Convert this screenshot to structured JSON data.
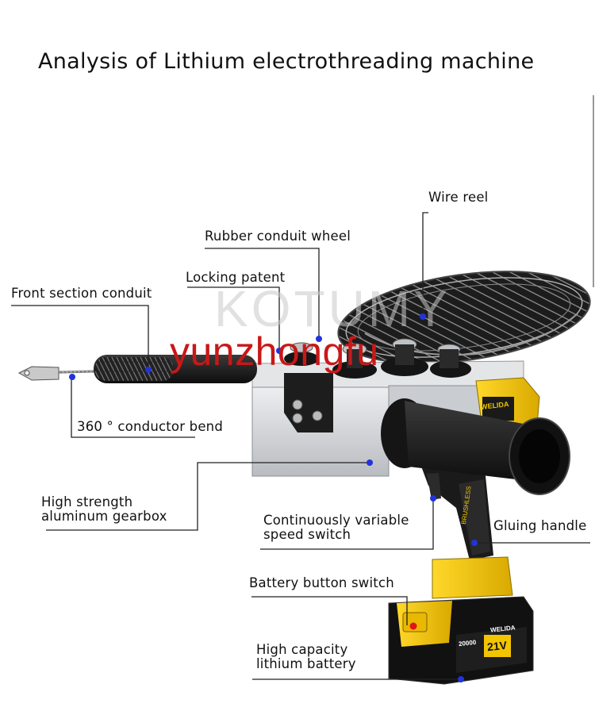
{
  "title": "Analysis of Lithium electrothreading machine",
  "watermarks": {
    "brand": "KOTUMY",
    "shop": "yunzhongfu"
  },
  "product_markings": {
    "brand": "WELIDA",
    "handle_text": "BRUSHLESS",
    "battery_capacity": "20000",
    "battery_voltage": "21V"
  },
  "labels": {
    "wire_reel": "Wire reel",
    "rubber_conduit_wheel": "Rubber conduit wheel",
    "locking_patent": "Locking patent",
    "front_section_conduit": "Front section conduit",
    "conductor_bend": "360 ° conductor bend",
    "gearbox_line1": "High strength",
    "gearbox_line2": "aluminum gearbox",
    "speed_switch_line1": "Continuously variable",
    "speed_switch_line2": "speed switch",
    "gluing_handle": "Gluing handle",
    "battery_button_switch": "Battery button switch",
    "battery_line1": "High capacity",
    "battery_line2": "lithium battery"
  },
  "colors": {
    "pointer_dot": "#2233dd",
    "button_dot": "#e01616",
    "tool_yellow": "#f2c500",
    "tool_black": "#1a1a1a",
    "gearbox_silver": "#cfd2d6",
    "watermark_red": "#c81818"
  }
}
